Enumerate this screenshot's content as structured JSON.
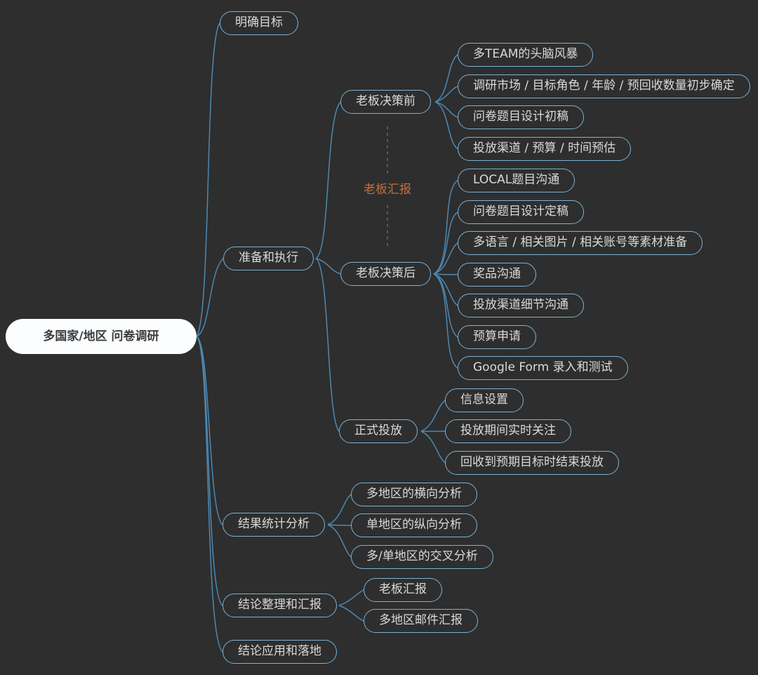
{
  "theme": {
    "background": "#2e2e2e",
    "node_border": "#7cb1d6",
    "connector_line": "#4c89b4",
    "node_text": "#d9d9d9",
    "root_fill": "#fbfdff",
    "root_text": "#3c3c3c",
    "annotation_orange": "#c1713f"
  },
  "root": {
    "label": "多国家/地区 问卷调研"
  },
  "annotation": {
    "label": "老板汇报"
  },
  "branches": [
    {
      "label": "明确目标",
      "children": []
    },
    {
      "label": "准备和执行",
      "children": [
        {
          "label": "老板决策前",
          "children": [
            "多TEAM的头脑风暴",
            "调研市场 / 目标角色 / 年龄 / 预回收数量初步确定",
            "问卷题目设计初稿",
            "投放渠道 / 预算 / 时间预估"
          ]
        },
        {
          "label": "老板决策后",
          "children": [
            "LOCAL题目沟通",
            "问卷题目设计定稿",
            "多语言 / 相关图片 / 相关账号等素材准备",
            "奖品沟通",
            "投放渠道细节沟通",
            "预算申请",
            "Google Form 录入和测试"
          ]
        },
        {
          "label": "正式投放",
          "children": [
            "信息设置",
            "投放期间实时关注",
            "回收到预期目标时结束投放"
          ]
        }
      ]
    },
    {
      "label": "结果统计分析",
      "children": [
        "多地区的横向分析",
        "单地区的纵向分析",
        "多/单地区的交叉分析"
      ]
    },
    {
      "label": "结论整理和汇报",
      "children": [
        "老板汇报",
        "多地区邮件汇报"
      ]
    },
    {
      "label": "结论应用和落地",
      "children": []
    }
  ]
}
